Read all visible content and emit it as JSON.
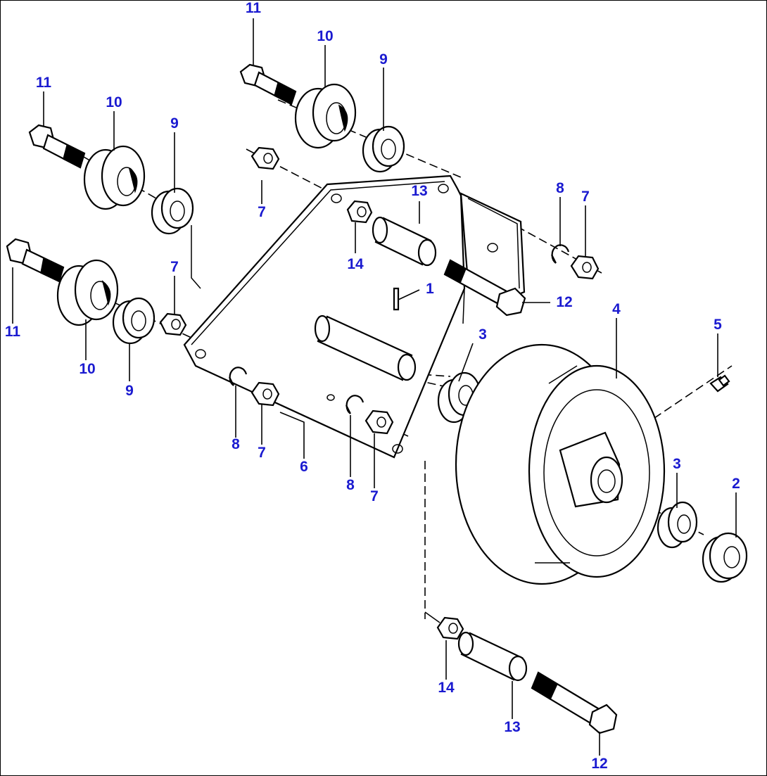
{
  "diagram": {
    "label_color": "#1a1ad0",
    "line_color": "#000000",
    "callouts": [
      {
        "name": "callout-11-top",
        "text": "11"
      },
      {
        "name": "callout-10-top",
        "text": "10"
      },
      {
        "name": "callout-9-top",
        "text": "9"
      },
      {
        "name": "callout-11-left-upper",
        "text": "11"
      },
      {
        "name": "callout-10-left-upper",
        "text": "10"
      },
      {
        "name": "callout-9-left-upper",
        "text": "9"
      },
      {
        "name": "callout-7-upper",
        "text": "7"
      },
      {
        "name": "callout-13-upper",
        "text": "13"
      },
      {
        "name": "callout-14-upper",
        "text": "14"
      },
      {
        "name": "callout-8-right",
        "text": "8"
      },
      {
        "name": "callout-7-right",
        "text": "7"
      },
      {
        "name": "callout-1",
        "text": "1"
      },
      {
        "name": "callout-12-upper",
        "text": "12"
      },
      {
        "name": "callout-4",
        "text": "4"
      },
      {
        "name": "callout-5",
        "text": "5"
      },
      {
        "name": "callout-7-left",
        "text": "7"
      },
      {
        "name": "callout-11-left-lower",
        "text": "11"
      },
      {
        "name": "callout-10-left-lower",
        "text": "10"
      },
      {
        "name": "callout-9-left-lower",
        "text": "9"
      },
      {
        "name": "callout-3-upper",
        "text": "3"
      },
      {
        "name": "callout-8-lower-left",
        "text": "8"
      },
      {
        "name": "callout-7-lower-left",
        "text": "7"
      },
      {
        "name": "callout-6",
        "text": "6"
      },
      {
        "name": "callout-8-lower-mid",
        "text": "8"
      },
      {
        "name": "callout-7-lower-mid",
        "text": "7"
      },
      {
        "name": "callout-3-lower",
        "text": "3"
      },
      {
        "name": "callout-2",
        "text": "2"
      },
      {
        "name": "callout-14-lower",
        "text": "14"
      },
      {
        "name": "callout-13-lower",
        "text": "13"
      },
      {
        "name": "callout-12-lower",
        "text": "12"
      }
    ]
  }
}
